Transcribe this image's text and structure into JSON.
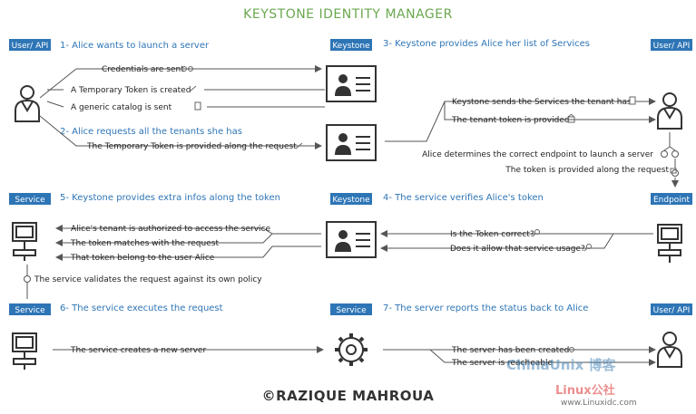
{
  "title": "KEYSTONE IDENTITY MANAGER",
  "copyright": "©RAZIQUE MAHROUA",
  "watermarks": [
    "ChinaUnix 博客",
    "Linux公社",
    "www.Linuxidc.com"
  ],
  "colors": {
    "accent": "#2e75b6",
    "title": "#6aa84f",
    "line": "#555555",
    "text": "#222222"
  },
  "badges": [
    "User/ API",
    "Keystone",
    "User/ API",
    "Service",
    "Keystone",
    "Endpoint",
    "Service",
    "Service",
    "User/ API"
  ],
  "headings": [
    "1- Alice wants to launch a server",
    "2- Alice requests all the tenants she has",
    "3- Keystone provides Alice her list of Services",
    "4- The service verifies Alice's token",
    "5- Keystone provides extra infos along the token",
    "6- The service executes the request",
    "7- The server reports the status back to Alice"
  ],
  "messages": [
    "Credentials are sent",
    "A Temporary Token is created",
    "A generic catalog is sent",
    "The Temporary Token is provided along the request",
    "Keystone sends the Services the tenant has",
    "The tenant token is provided",
    "Alice determines the correct endpoint to launch a server",
    "The token is provided along the request",
    "Alice's tenant is authorized to access the service",
    "The token matches with the request",
    "That token belong to the user Alice",
    "The service validates the request against its own policy",
    "Is the Token correct?",
    "Does it allow that service usage?",
    "The service creates a new server",
    "The server has been created",
    "The server is reacheable"
  ],
  "icons": [
    "user-icon",
    "keystone-card-icon",
    "computer-icon",
    "gear-icon",
    "doc-icon",
    "lock-icon",
    "key-icon",
    "magnifier-icon",
    "sun-icon",
    "feather-icon"
  ]
}
